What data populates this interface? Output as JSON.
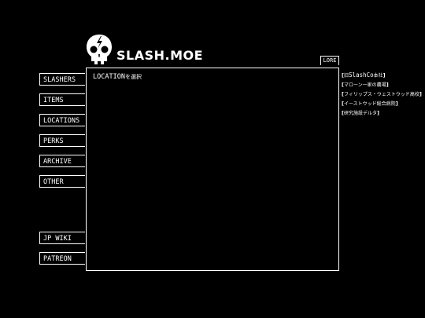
{
  "site": {
    "name": "SLASH.MOE"
  },
  "nav": {
    "slashers": "SLASHERS",
    "items": "ITEMS",
    "locations": "LOCATIONS",
    "perks": "PERKS",
    "archive": "ARCHIVE",
    "other": "OTHER",
    "jp_wiki": "JP WIKI",
    "patreon": "PATREON"
  },
  "panel": {
    "title_main": "LOCATION",
    "title_sub": "を選択"
  },
  "lore_tab": "LORE",
  "locations": [
    {
      "prefix": "旧",
      "name": "SlashCo",
      "suffix": "本社"
    },
    {
      "prefix": "",
      "name": "",
      "suffix": "マローン一家の農場"
    },
    {
      "prefix": "",
      "name": "",
      "suffix": "フィリップス・ウェストウッド高校"
    },
    {
      "prefix": "",
      "name": "",
      "suffix": "イーストウッド総合病院"
    },
    {
      "prefix": "",
      "name": "",
      "suffix": "研究施設デルタ"
    }
  ]
}
